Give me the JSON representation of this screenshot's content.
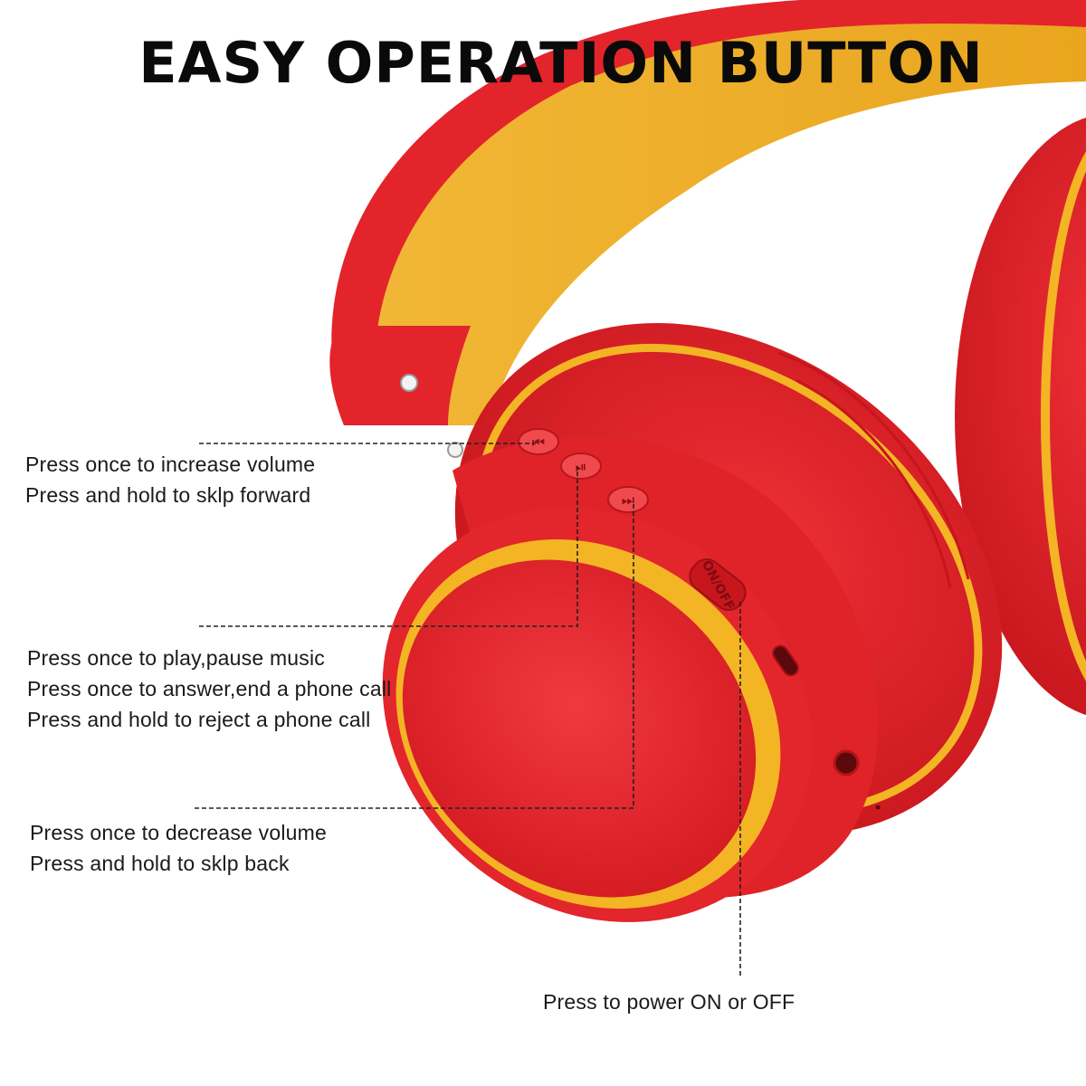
{
  "title": "EASY OPERATION BUTTON",
  "product": {
    "device": "headphones",
    "colors": {
      "shell": "#e8232a",
      "shell_dark": "#b8141a",
      "accent": "#f3b524",
      "band": "#efb12c"
    },
    "button_icons": [
      "volume-up-prev-icon",
      "play-pause-icon",
      "next-icon"
    ],
    "power_switch_label": "ON/OFF"
  },
  "callouts": {
    "volume_up": [
      "Press once to increase volume",
      "Press and hold to sklp forward"
    ],
    "play_pause": [
      "Press once to play,pause music",
      "Press once to answer,end a phone call",
      "Press and hold to reject a phone call"
    ],
    "volume_down": [
      "Press once to decrease volume",
      "Press and hold to sklp back"
    ],
    "power": "Press to power ON or OFF"
  }
}
